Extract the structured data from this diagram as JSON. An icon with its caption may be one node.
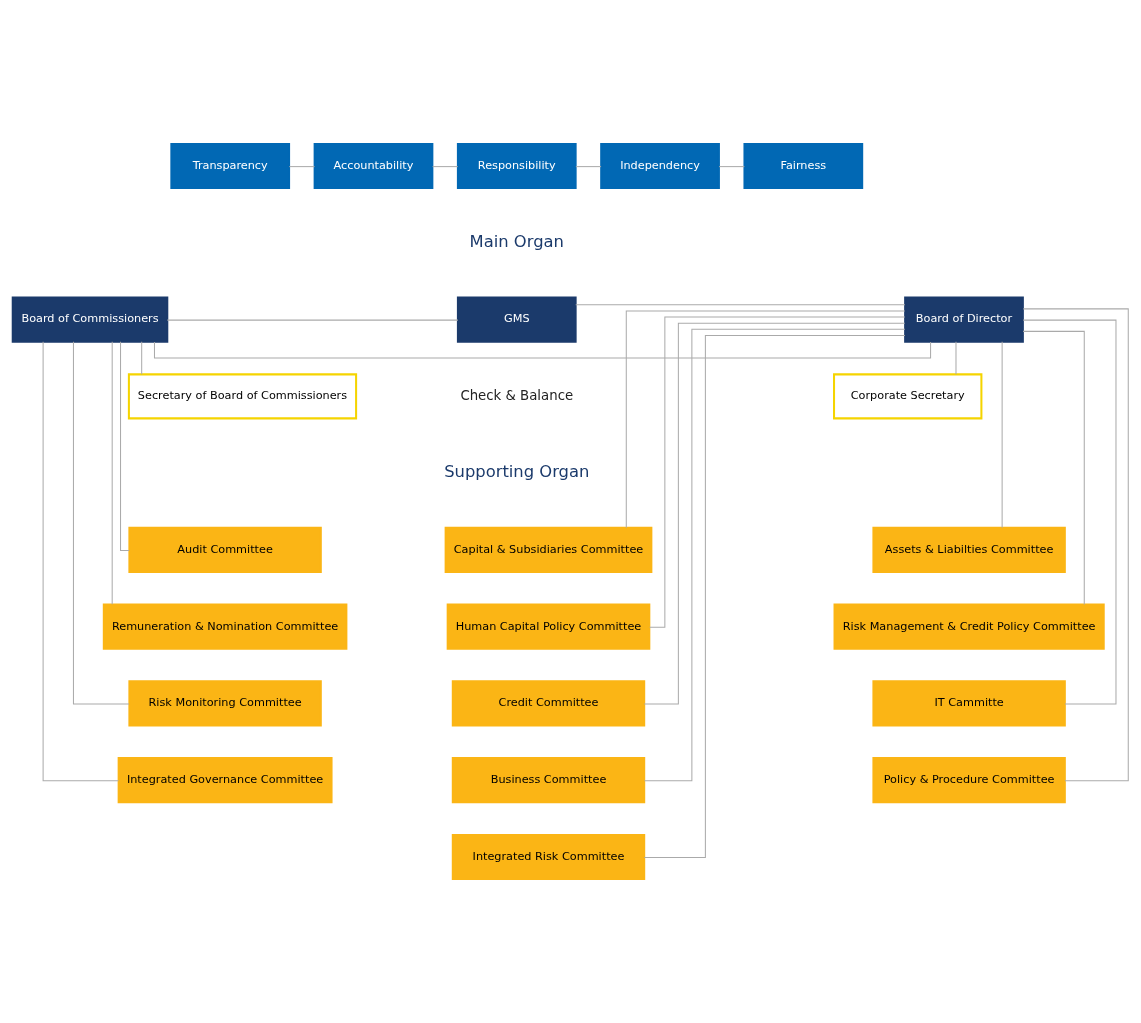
{
  "diagram": {
    "nodes": [
      {
        "text": [
          "Transparency"
        ]
      },
      {
        "text": [
          "Accountability"
        ]
      },
      {
        "text": [
          "Responsibility"
        ]
      },
      {
        "text": [
          "Independency"
        ]
      },
      {
        "text": [
          "Fairness"
        ]
      },
      {
        "text": [
          "Board of Commissioners"
        ]
      },
      {
        "text": [
          "GMS"
        ]
      },
      {
        "text": [
          "Board of Director"
        ]
      },
      {
        "text": [
          "Secretary of Board of Commissioners"
        ]
      },
      {
        "text": [
          "Corporate Secretary"
        ]
      },
      {
        "text": [
          "Audit Committee"
        ]
      },
      {
        "text": [
          "Remuneration & Nomination Committee"
        ]
      },
      {
        "text": [
          "Risk Monitoring Committee"
        ]
      },
      {
        "text": [
          "Integrated Governance Committee"
        ]
      },
      {
        "text": [
          "Assets & Liabilties Committee"
        ]
      },
      {
        "text": [
          "Risk Management & Credit Policy Committee"
        ]
      },
      {
        "text": [
          "IT Cammitte"
        ]
      },
      {
        "text": [
          "Policy & Procedure Committee"
        ]
      },
      {
        "text": [
          "Capital & Subsidiaries Committee"
        ]
      },
      {
        "text": [
          "Human Capital Policy Committee"
        ]
      },
      {
        "text": [
          "Credit Committee"
        ]
      },
      {
        "text": [
          "Business Committee"
        ]
      },
      {
        "text": [
          "Integrated Risk Committee"
        ]
      }
    ],
    "edges": [
      {
        "from": 0,
        "to": 1,
        "arrow": "none"
      },
      {
        "from": 1,
        "to": 2,
        "arrow": "none"
      },
      {
        "from": 2,
        "to": 3,
        "arrow": "none"
      },
      {
        "from": 3,
        "to": 4,
        "arrow": "none"
      },
      {
        "from": 5,
        "to": 6,
        "arrow": "none"
      },
      {
        "from": 6,
        "to": 7,
        "arrow": "none"
      },
      {
        "from": 5,
        "to": 8,
        "arrow": "none"
      },
      {
        "from": 7,
        "to": 9,
        "arrow": "none"
      },
      {
        "from": 5,
        "to": 7,
        "arrow": "none"
      },
      {
        "from": 5,
        "to": 10,
        "arrow": "none"
      },
      {
        "from": 5,
        "to": 11,
        "arrow": "none"
      },
      {
        "from": 5,
        "to": 12,
        "arrow": "none"
      },
      {
        "from": 5,
        "to": 13,
        "arrow": "none"
      },
      {
        "from": 7,
        "to": 14,
        "arrow": "none"
      },
      {
        "from": 7,
        "to": 15,
        "arrow": "none"
      },
      {
        "from": 7,
        "to": 16,
        "arrow": "none"
      },
      {
        "from": 7,
        "to": 17,
        "arrow": "none"
      },
      {
        "from": 7,
        "to": 18,
        "arrow": "none"
      },
      {
        "from": 7,
        "to": 19,
        "arrow": "none"
      },
      {
        "from": 7,
        "to": 20,
        "arrow": "none"
      },
      {
        "from": 7,
        "to": 21,
        "arrow": "none"
      },
      {
        "from": 7,
        "to": 22,
        "arrow": "none"
      }
    ],
    "labels": [
      "Main Organ",
      "Check & Balance",
      "Supporting Organ"
    ]
  }
}
